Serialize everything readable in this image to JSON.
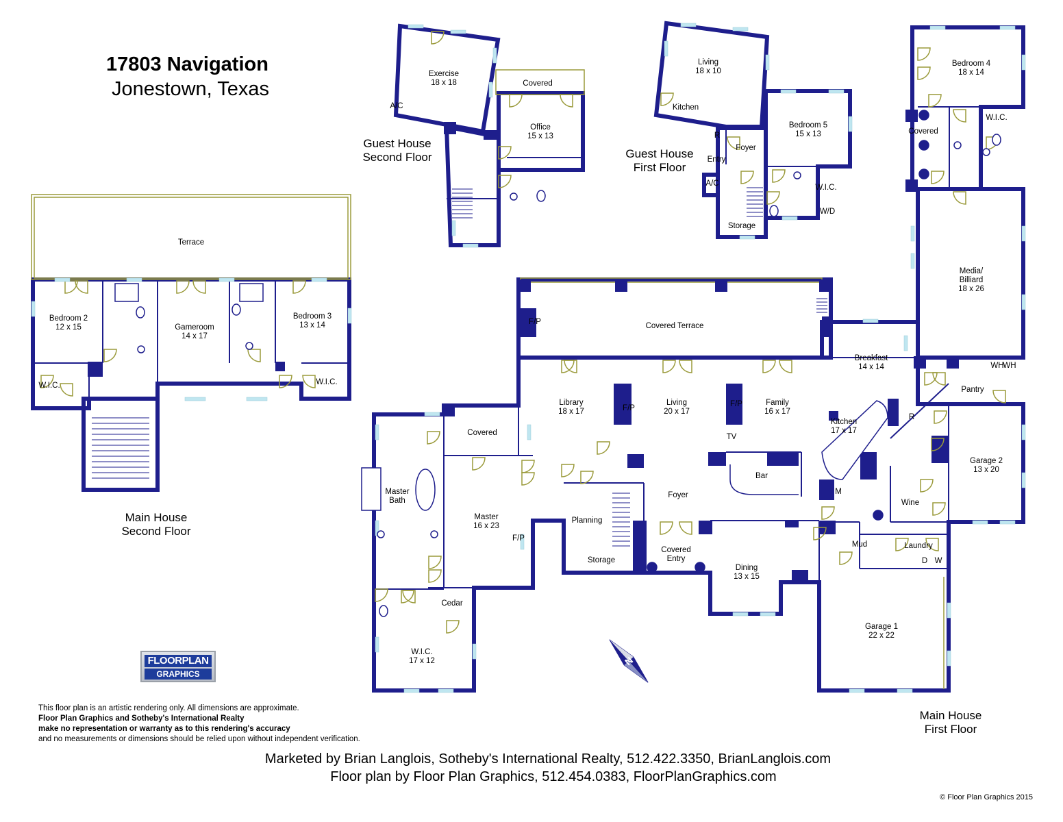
{
  "header": {
    "title": "17803 Navigation",
    "subtitle": "Jonestown, Texas"
  },
  "sections": {
    "guest_second": "Guest House\nSecond Floor",
    "guest_first": "Guest House\nFirst Floor",
    "main_second": "Main House\nSecond Floor",
    "main_first": "Main House\nFirst Floor"
  },
  "rooms": [
    {
      "id": "terrace",
      "label": "Terrace"
    },
    {
      "id": "bedroom2",
      "label": "Bedroom 2",
      "dim": "12 x 15"
    },
    {
      "id": "gameroom",
      "label": "Gameroom",
      "dim": "14 x 17"
    },
    {
      "id": "bedroom3",
      "label": "Bedroom 3",
      "dim": "13 x 14"
    },
    {
      "id": "wic-b2",
      "label": "W.I.C."
    },
    {
      "id": "wic-b3",
      "label": "W.I.C."
    },
    {
      "id": "exercise",
      "label": "Exercise",
      "dim": "18 x 18"
    },
    {
      "id": "covered-gh",
      "label": "Covered"
    },
    {
      "id": "office",
      "label": "Office",
      "dim": "15 x 13"
    },
    {
      "id": "ac-gh2",
      "label": "A/C"
    },
    {
      "id": "living-gh",
      "label": "Living",
      "dim": "18 x 10"
    },
    {
      "id": "kitchen-gh",
      "label": "Kitchen"
    },
    {
      "id": "bedroom5",
      "label": "Bedroom 5",
      "dim": "15 x 13"
    },
    {
      "id": "foyer-gh",
      "label": "Foyer"
    },
    {
      "id": "entry-gh",
      "label": "Entry"
    },
    {
      "id": "ac-gh1",
      "label": "A/C"
    },
    {
      "id": "storage-gh",
      "label": "Storage"
    },
    {
      "id": "wic-gh",
      "label": "W.I.C."
    },
    {
      "id": "wd-gh",
      "label": "W/D"
    },
    {
      "id": "r-gh",
      "label": "R"
    },
    {
      "id": "bedroom4",
      "label": "Bedroom 4",
      "dim": "18 x 14"
    },
    {
      "id": "covered-b4",
      "label": "Covered"
    },
    {
      "id": "wic-b4",
      "label": "W.I.C."
    },
    {
      "id": "media",
      "label": "Media/\nBilliard",
      "dim": "18 x 26"
    },
    {
      "id": "covered-terrace",
      "label": "Covered Terrace"
    },
    {
      "id": "fp-terrace",
      "label": "F/P"
    },
    {
      "id": "breakfast",
      "label": "Breakfast",
      "dim": "14 x 14"
    },
    {
      "id": "library",
      "label": "Library",
      "dim": "18 x 17"
    },
    {
      "id": "living-main",
      "label": "Living",
      "dim": "20 x 17"
    },
    {
      "id": "family",
      "label": "Family",
      "dim": "16 x 17"
    },
    {
      "id": "fp-living",
      "label": "F/P"
    },
    {
      "id": "fp-family",
      "label": "F/P"
    },
    {
      "id": "tv",
      "label": "TV"
    },
    {
      "id": "kitchen-main",
      "label": "Kitchen",
      "dim": "17 x 17"
    },
    {
      "id": "r-main",
      "label": "R"
    },
    {
      "id": "m-main",
      "label": "M"
    },
    {
      "id": "pantry",
      "label": "Pantry"
    },
    {
      "id": "wh1",
      "label": "WH"
    },
    {
      "id": "wh2",
      "label": "WH"
    },
    {
      "id": "bar",
      "label": "Bar"
    },
    {
      "id": "covered-master",
      "label": "Covered"
    },
    {
      "id": "master-bath",
      "label": "Master\nBath"
    },
    {
      "id": "master",
      "label": "Master",
      "dim": "16 x 23"
    },
    {
      "id": "fp-master",
      "label": "F/P"
    },
    {
      "id": "planning",
      "label": "Planning"
    },
    {
      "id": "storage-main",
      "label": "Storage"
    },
    {
      "id": "foyer-main",
      "label": "Foyer"
    },
    {
      "id": "covered-entry",
      "label": "Covered\nEntry"
    },
    {
      "id": "dining",
      "label": "Dining",
      "dim": "13 x 15"
    },
    {
      "id": "wine",
      "label": "Wine"
    },
    {
      "id": "mud",
      "label": "Mud"
    },
    {
      "id": "laundry",
      "label": "Laundry"
    },
    {
      "id": "d",
      "label": "D"
    },
    {
      "id": "w",
      "label": "W"
    },
    {
      "id": "garage2",
      "label": "Garage 2",
      "dim": "13 x 20"
    },
    {
      "id": "garage1",
      "label": "Garage 1",
      "dim": "22 x 22"
    },
    {
      "id": "cedar",
      "label": "Cedar"
    },
    {
      "id": "wic-master",
      "label": "W.I.C.",
      "dim": "17 x 12"
    }
  ],
  "logo": {
    "line1": "FLOORPLAN",
    "line2": "GRAPHICS"
  },
  "compass": {
    "label": "N"
  },
  "disclaimer": {
    "line1": "This floor plan is an artistic rendering only. All dimensions are approximate.",
    "line2": "Floor Plan Graphics and Sotheby's International Realty",
    "line3": "make no representation or warranty as to this rendering's accuracy",
    "line4": "and no measurements or dimensions should be relied upon without independent verification."
  },
  "credits": {
    "marketed": "Marketed by Brian Langlois, Sotheby's International Realty, 512.422.3350, BrianLanglois.com",
    "floorplan": "Floor plan by Floor Plan Graphics, 512.454.0383, FloorPlanGraphics.com"
  },
  "copyright": "© Floor Plan Graphics 2015",
  "colors": {
    "wall": "#1e1e8c",
    "window": "#bfe6f0",
    "door": "#9a9a3a",
    "fixture": "#d23cc8"
  }
}
